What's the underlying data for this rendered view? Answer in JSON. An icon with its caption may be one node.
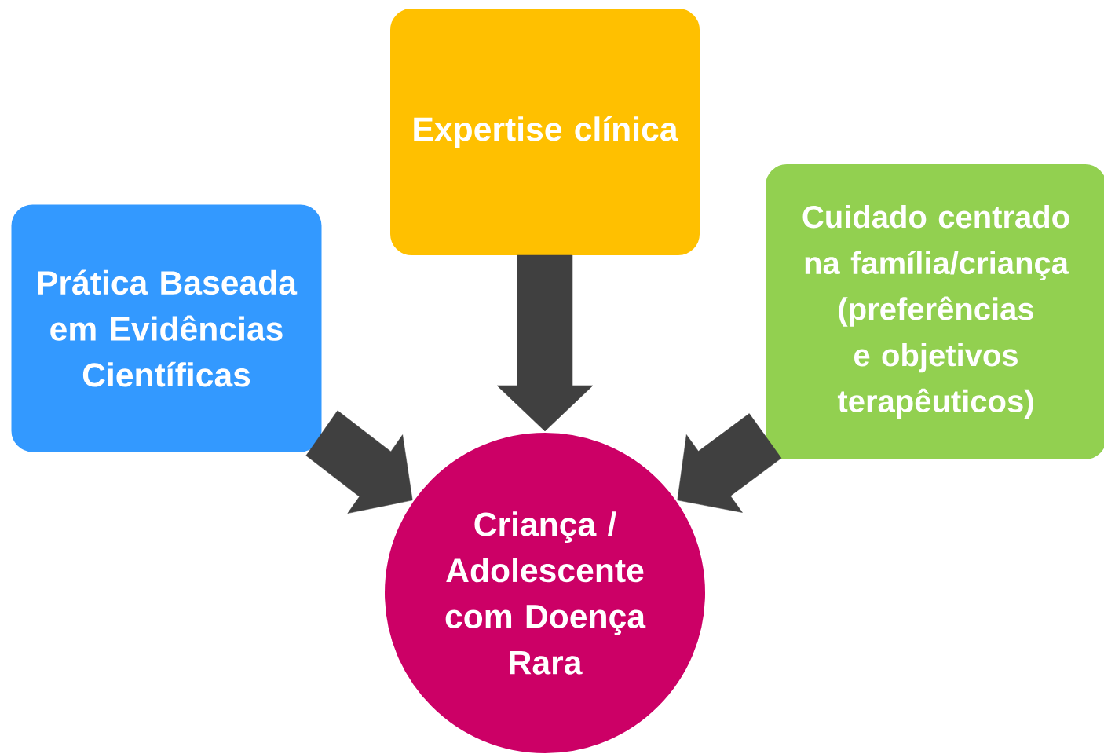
{
  "diagram": {
    "nodes": [
      {
        "text": [
          "Prática Baseada em Evidências Científicas"
        ]
      },
      {
        "text": [
          "Expertise clínica"
        ]
      },
      {
        "text": [
          "Cuidado centrado na família/criança (preferências e objetivos terapêuticos)"
        ]
      },
      {
        "text": [
          "Criança / Adolescente com Doença Rara"
        ]
      }
    ],
    "edges": [
      {
        "from": 0,
        "to": 3,
        "arrow": "to"
      },
      {
        "from": 1,
        "to": 3,
        "arrow": "to"
      },
      {
        "from": 2,
        "to": 3,
        "arrow": "to"
      }
    ]
  }
}
